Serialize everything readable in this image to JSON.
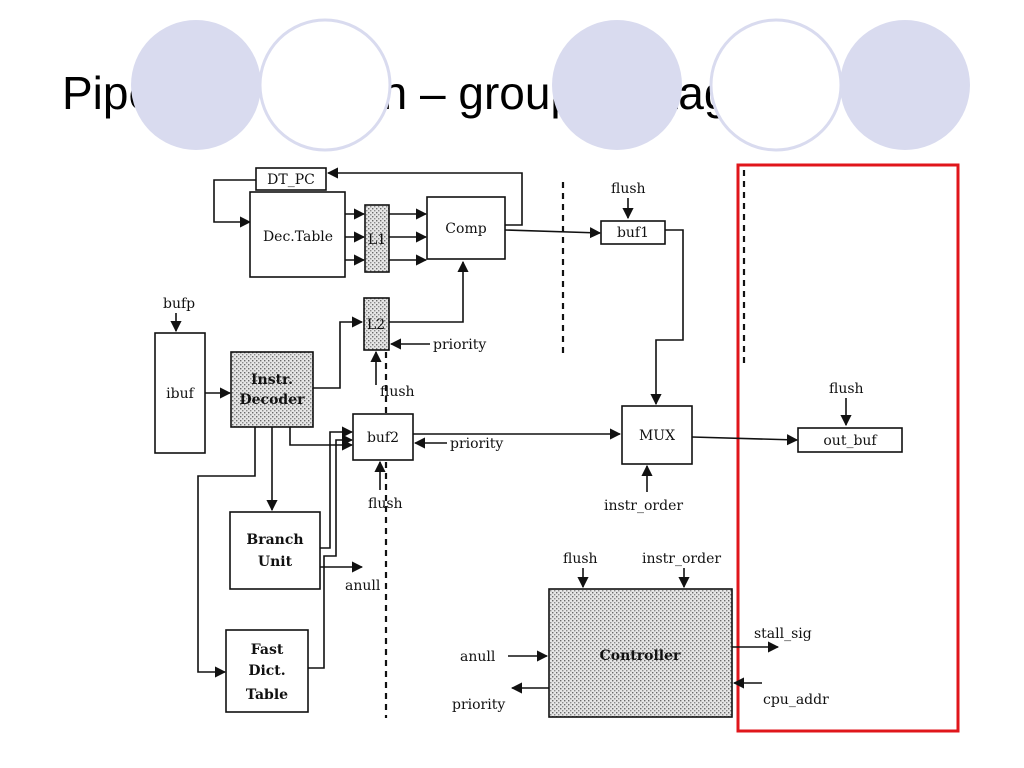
{
  "slide": {
    "title": "Pipelined Design – group 1 (stage 4)",
    "accent_circle_color": "#d9dbef",
    "highlight_color": "#e0161b"
  },
  "diagram": {
    "blocks": {
      "dt_pc": "DT_PC",
      "dec_table": "Dec.Table",
      "l1": "L1",
      "comp": "Comp",
      "l2": "L2",
      "ibuf": "ibuf",
      "instr_decoder_line1": "Instr.",
      "instr_decoder_line2": "Decoder",
      "buf2": "buf2",
      "buf1": "buf1",
      "mux": "MUX",
      "out_buf": "out_buf",
      "branch_unit_line1": "Branch",
      "branch_unit_line2": "Unit",
      "fast_dict_line1": "Fast",
      "fast_dict_line2": "Dict.",
      "fast_dict_line3": "Table",
      "controller": "Controller"
    },
    "signals": {
      "bufp": "bufp",
      "flush_buf1": "flush",
      "flush_l2": "flush",
      "flush_buf2": "flush",
      "flush_out_buf": "flush",
      "priority_l2": "priority",
      "priority_buf2": "priority",
      "instr_order_mux": "instr_order",
      "anull_branch": "anull",
      "ctrl_flush": "flush",
      "ctrl_instr_order": "instr_order",
      "ctrl_anull": "anull",
      "ctrl_priority": "priority",
      "stall_sig": "stall_sig",
      "cpu_addr": "cpu_addr"
    }
  }
}
